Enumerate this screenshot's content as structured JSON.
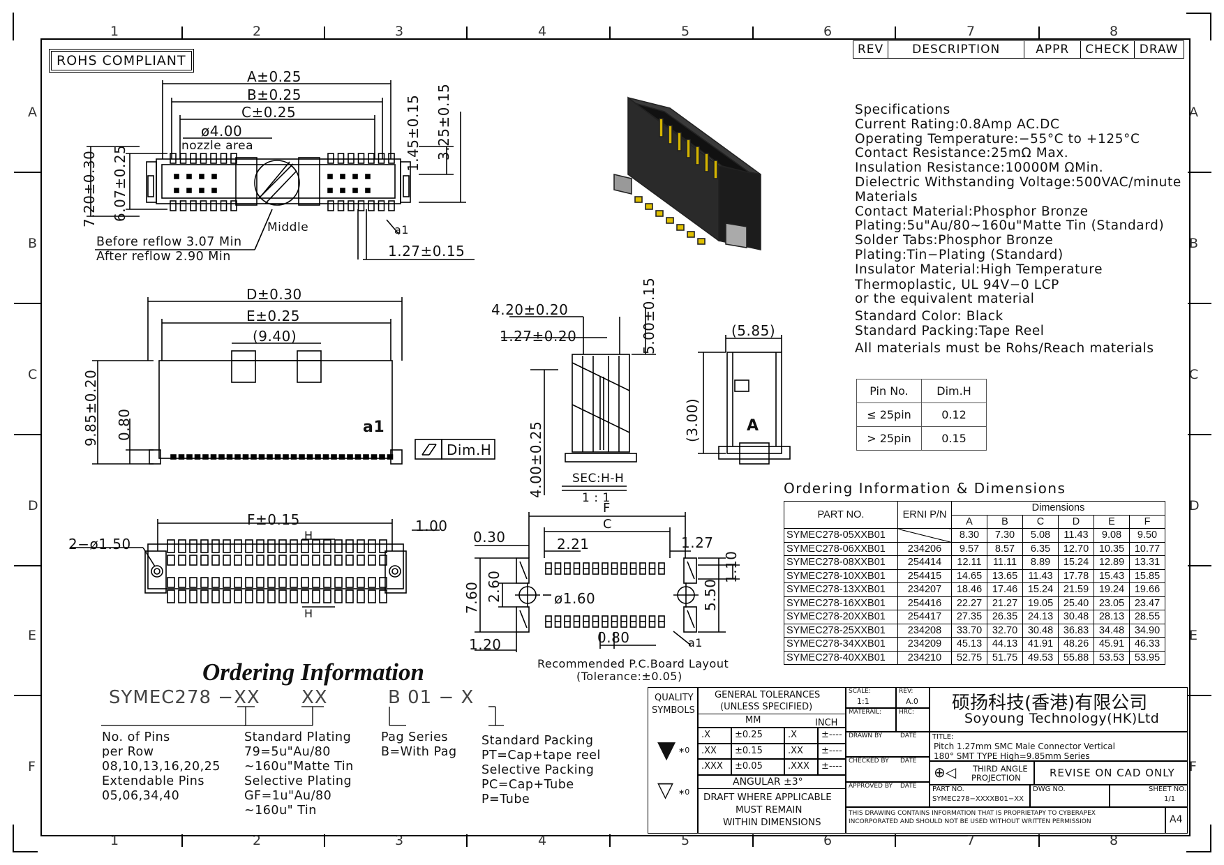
{
  "border": {
    "columns": [
      "1",
      "2",
      "3",
      "4",
      "5",
      "6",
      "7",
      "8"
    ],
    "rows": [
      "A",
      "B",
      "C",
      "D",
      "E",
      "F"
    ]
  },
  "rohs": "ROHS COMPLIANT",
  "revision_table": {
    "headers": [
      "REV",
      "DESCRIPTION",
      "APPR",
      "CHECK",
      "DRAW"
    ]
  },
  "top_view": {
    "dim_a": "A±0.25",
    "dim_b": "B±0.25",
    "dim_c": "C±0.25",
    "nozzle_dia": "ø4.00",
    "nozzle_area": "nozzle area",
    "h720": "7.20±0.30",
    "h607": "6.07±0.25",
    "h145": "1.45±0.15",
    "h325": "3.25±0.15",
    "before_reflow": "Before reflow 3.07 Min",
    "after_reflow": "After reflow 2.90 Min",
    "middle": "Middle",
    "a1": "a1",
    "pitch": "1.27±0.15"
  },
  "front_view": {
    "dim_d": "D±0.30",
    "dim_e": "E±0.25",
    "dim_940": "(9.40)",
    "h985": "9.85±0.20",
    "h080": "0.80",
    "a1": "a1",
    "flat": "Dim.H"
  },
  "section_view": {
    "w420": "4.20±0.20",
    "w127": "1.27±0.20",
    "h500": "5.00±0.15",
    "h400": "4.00±0.25",
    "title": "SEC:H-H",
    "scale": "1 : 1"
  },
  "side_view": {
    "w585": "(5.85)",
    "h300": "(3.00)",
    "label": "A"
  },
  "bottom_view": {
    "dim_f": "F±0.15",
    "w100": "1.00",
    "holes": "2−ø1.50",
    "h": "H"
  },
  "pcb": {
    "f": "F",
    "c": "C",
    "d030": "0.30",
    "d221": "2.21",
    "d127": "1.27",
    "d760": "7.60",
    "d260": "2.60",
    "d160": "ø1.60",
    "d550": "5.50",
    "d110": "1.10",
    "d120": "1.20",
    "d080": "0.80",
    "a1": "a1",
    "caption1": "Recommended P.C.Board Layout",
    "caption2": "(Tolerance:±0.05)"
  },
  "specs": [
    "Specifications",
    "Current Rating:0.8Amp AC.DC",
    "Operating Temperature:−55°C to +125°C",
    "Contact Resistance:25mΩ Max.",
    "Insulation Resistance:10000M ΩMin.",
    "Dielectric Withstanding Voltage:500VAC/minute",
    "Materials",
    "Contact Material:Phosphor Bronze",
    "Plating:5u\"Au/80~160u\"Matte Tin (Standard)",
    "Solder Tabs:Phosphor Bronze",
    "Plating:Tin−Plating (Standard)",
    "Insulator Material:High Temperature",
    "Thermoplastic, UL 94V−0 LCP",
    "or the equivalent material",
    "Standard Color: Black",
    "Standard Packing:Tape Reel",
    "All materials must be Rohs/Reach materials"
  ],
  "dimh_table": {
    "headers": [
      "Pin No.",
      "Dim.H"
    ],
    "rows": [
      [
        "≤ 25pin",
        "0.12"
      ],
      [
        "> 25pin",
        "0.15"
      ]
    ]
  },
  "ordering_dims": {
    "title": "Ordering Information & Dimensions",
    "part_header": "PART NO.",
    "ern_header": "ERNI P/N",
    "dims_header": "Dimensions",
    "cols": [
      "A",
      "B",
      "C",
      "D",
      "E",
      "F"
    ],
    "rows": [
      {
        "pn": "SYMEC278-05XXB01",
        "ern": "",
        "v": [
          "8.30",
          "7.30",
          "5.08",
          "11.43",
          "9.08",
          "9.50"
        ]
      },
      {
        "pn": "SYMEC278-06XXB01",
        "ern": "234206",
        "v": [
          "9.57",
          "8.57",
          "6.35",
          "12.70",
          "10.35",
          "10.77"
        ]
      },
      {
        "pn": "SYMEC278-08XXB01",
        "ern": "254414",
        "v": [
          "12.11",
          "11.11",
          "8.89",
          "15.24",
          "12.89",
          "13.31"
        ]
      },
      {
        "pn": "SYMEC278-10XXB01",
        "ern": "254415",
        "v": [
          "14.65",
          "13.65",
          "11.43",
          "17.78",
          "15.43",
          "15.85"
        ]
      },
      {
        "pn": "SYMEC278-13XXB01",
        "ern": "234207",
        "v": [
          "18.46",
          "17.46",
          "15.24",
          "21.59",
          "19.24",
          "19.66"
        ]
      },
      {
        "pn": "SYMEC278-16XXB01",
        "ern": "254416",
        "v": [
          "22.27",
          "21.27",
          "19.05",
          "25.40",
          "23.05",
          "23.47"
        ]
      },
      {
        "pn": "SYMEC278-20XXB01",
        "ern": "254417",
        "v": [
          "27.35",
          "26.35",
          "24.13",
          "30.48",
          "28.13",
          "28.55"
        ]
      },
      {
        "pn": "SYMEC278-25XXB01",
        "ern": "234208",
        "v": [
          "33.70",
          "32.70",
          "30.48",
          "36.83",
          "34.48",
          "34.90"
        ]
      },
      {
        "pn": "SYMEC278-34XXB01",
        "ern": "234209",
        "v": [
          "45.13",
          "44.13",
          "41.91",
          "48.26",
          "45.91",
          "46.33"
        ]
      },
      {
        "pn": "SYMEC278-40XXB01",
        "ern": "234210",
        "v": [
          "52.75",
          "51.75",
          "49.53",
          "55.88",
          "53.53",
          "53.95"
        ]
      }
    ]
  },
  "ordering_info": {
    "title": "Ordering Information",
    "code1": "SYMEC278 −XX",
    "code2": "XX",
    "code3": "B  01  −  X",
    "pins": [
      "No. of Pins",
      "per Row",
      "08,10,13,16,20,25",
      "Extendable Pins",
      "05,06,34,40"
    ],
    "plating": [
      "Standard Plating",
      "79=5u\"Au/80",
      "~160u\"Matte Tin",
      "Selective Plating",
      "GF=1u\"Au/80",
      "~160u\" Tin"
    ],
    "pag": [
      "Pag Series",
      "B=With Pag"
    ],
    "packing": [
      "Standard Packing",
      "PT=Cap+tape reel",
      "Selective Packing",
      "PC=Cap+Tube",
      "P=Tube"
    ]
  },
  "title_block": {
    "quality": "QUALITY",
    "symbols": "SYMBOLS",
    "sym0": "∗0",
    "gen_tol": "GENERAL TOLERANCES",
    "unless": "(UNLESS SPECIFIED)",
    "mm": "MM",
    "inch": "INCH",
    "tol_rows": [
      [
        ".X",
        "±0.25",
        ".X",
        "±----"
      ],
      [
        ".XX",
        "±0.15",
        ".XX",
        "±----"
      ],
      [
        ".XXX",
        "±0.05",
        ".XXX",
        "±----"
      ]
    ],
    "angular": "ANGULAR ±3°",
    "draft": [
      "DRAFT WHERE APPLICABLE",
      "MUST REMAIN",
      "WITHIN DIMENSIONS"
    ],
    "scale_l": "SCALE:",
    "scale_v": "1:1",
    "rev_l": "REV:",
    "rev_v": "A.0",
    "material_l": "MATERAIL:",
    "hrc_l": "HRC:",
    "drawn": "DRAWN BY",
    "checked": "CHECKED BY",
    "approved": "APPROVED BY",
    "date": "DATE",
    "company_cn": "硕扬科技(香港)有限公司",
    "company_en": "Soyoung Technology(HK)Ltd",
    "title_l": "TITLE:",
    "title1": "Pitch 1.27mm SMC Male Connector Vertical",
    "title2": "180° SMT TYPE High=9.85mm Series",
    "third_angle1": "THIRD ANGLE",
    "third_angle2": "PROJECTION",
    "revise": "REVISE ON CAD ONLY",
    "part_no_l": "PART NO.",
    "part_no_v": "SYMEC278−XXXXB01−XX",
    "dwg_l": "DWG NO.",
    "sheet_l": "SHEET NO.",
    "sheet_v": "1/1",
    "notice1": "THIS DRAWING CONTAINS INFORMATION THAT IS PROPRIETAPY TO CYBERAPEX",
    "notice2": "INCORPORATED AND SHOULD NOT BE USED WITHOUT WRITTEN PERMISSION",
    "size": "A4"
  }
}
